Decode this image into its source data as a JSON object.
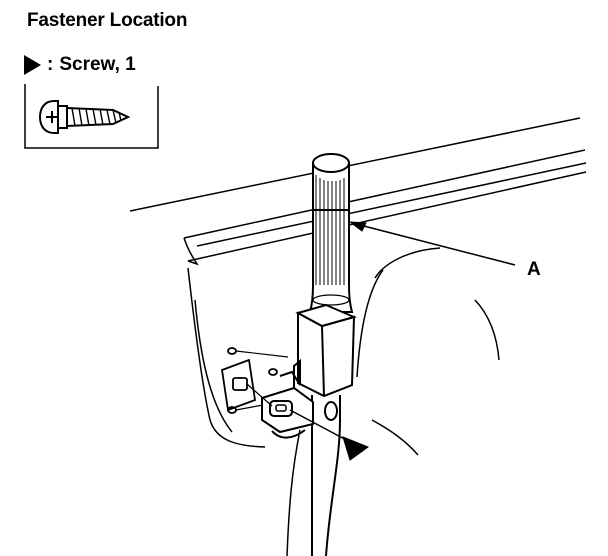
{
  "title": "Fastener Location",
  "legend": {
    "separator": ":",
    "label": "Screw, 1",
    "marker_icon": "filled-triangle-arrow",
    "fastener_icon": "pan-head-screw-icon"
  },
  "callouts": {
    "a": "A"
  },
  "colors": {
    "ink": "#000000",
    "paper": "#ffffff"
  }
}
